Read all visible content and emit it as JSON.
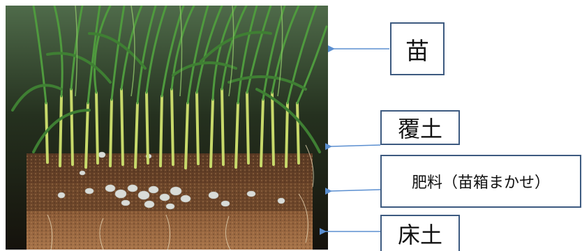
{
  "labels": {
    "seedling": "苗",
    "covering_soil": "覆土",
    "fertilizer": "肥料（苗箱まかせ）",
    "bed_soil": "床土"
  },
  "colors": {
    "arrow": "#5b8fd0",
    "box_border": "#3d5a80"
  }
}
